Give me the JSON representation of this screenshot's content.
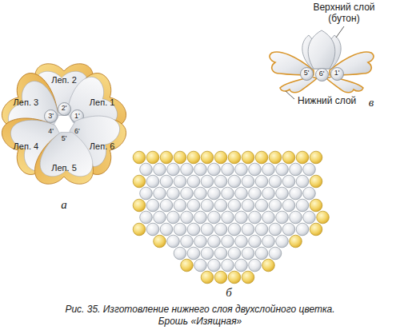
{
  "diagram": {
    "caption": "Рис. 35. Изготовление нижнего слоя двухслойного цветка. Брошь «Изящная»",
    "nodes": [
      {
        "text": [
          "Леп. 2"
        ]
      },
      {
        "text": [
          "Леп. 3"
        ]
      },
      {
        "text": [
          "Леп. 1"
        ]
      },
      {
        "text": [
          "2'"
        ]
      },
      {
        "text": [
          "3'"
        ]
      },
      {
        "text": [
          "1'"
        ]
      },
      {
        "text": [
          "4'"
        ]
      },
      {
        "text": [
          "6'"
        ]
      },
      {
        "text": [
          "5'"
        ]
      },
      {
        "text": [
          "Леп. 4"
        ]
      },
      {
        "text": [
          "Леп. 6"
        ]
      },
      {
        "text": [
          "Леп. 5"
        ]
      },
      {
        "text": [
          "5'"
        ]
      },
      {
        "text": [
          "6'"
        ]
      },
      {
        "text": [
          "1'"
        ]
      }
    ],
    "labels": [
      "Верхний слой (бутон)",
      "а",
      "Нижний слой",
      "в",
      "б"
    ]
  }
}
